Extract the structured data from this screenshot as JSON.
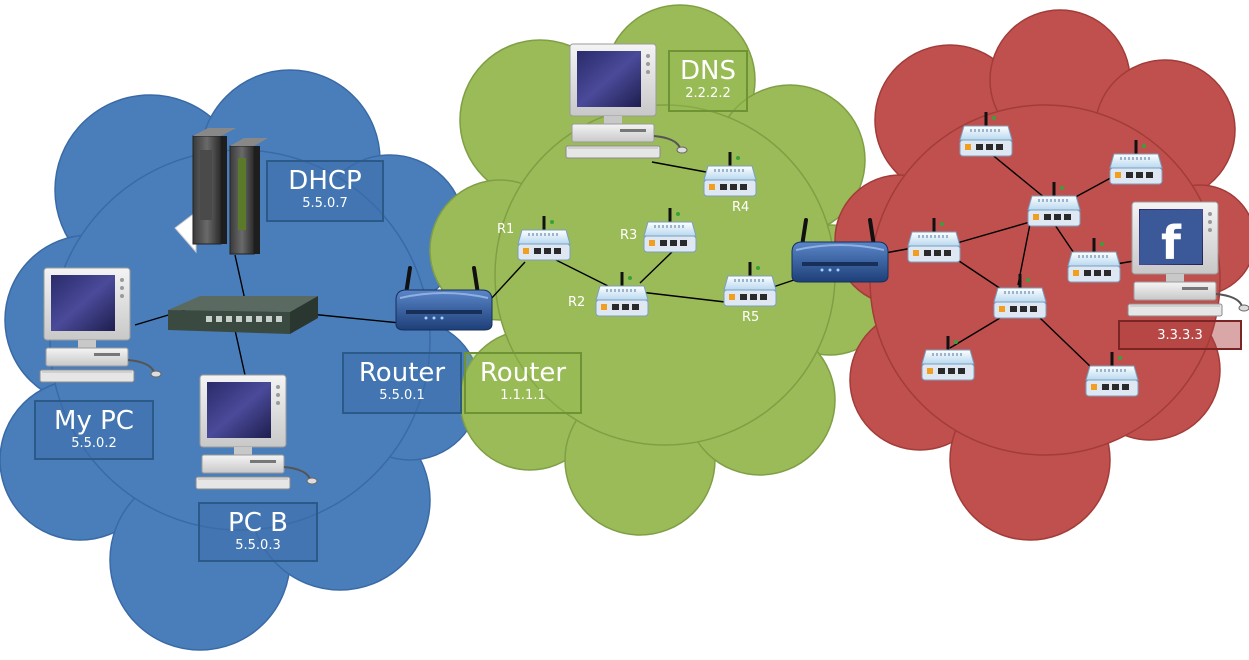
{
  "nodes": {
    "my_pc": {
      "name": "My PC",
      "ip": "5.5.0.2"
    },
    "pc_b": {
      "name": "PC B",
      "ip": "5.5.0.3"
    },
    "dhcp": {
      "name": "DHCP",
      "ip": "5.5.0.7"
    },
    "router_lan": {
      "name": "Router",
      "ip": "5.5.0.1"
    },
    "router_wan": {
      "name": "Router",
      "ip": "1.1.1.1"
    },
    "dns": {
      "name": "DNS",
      "ip": "2.2.2.2"
    },
    "facebook": {
      "ip": "3.3.3.3"
    }
  },
  "routers": [
    "R1",
    "R2",
    "R3",
    "R4",
    "R5"
  ],
  "colors": {
    "lan_cloud": "#4a7ebb",
    "isp_cloud": "#9bbb59",
    "remote_cloud": "#c0504d",
    "link": "#000000"
  }
}
